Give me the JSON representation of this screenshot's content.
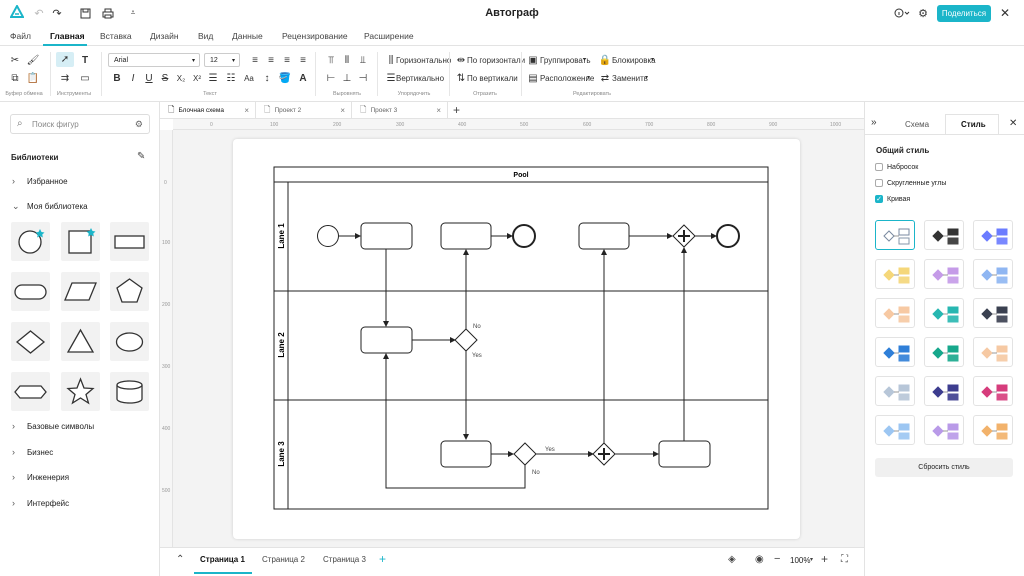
{
  "app": {
    "title": "Автограф",
    "share_label": "Поделиться"
  },
  "menu": {
    "tabs": [
      "Файл",
      "Главная",
      "Вставка",
      "Дизайн",
      "Вид",
      "Данные",
      "Рецензирование",
      "Расширение"
    ],
    "active": "Главная"
  },
  "ribbon": {
    "groups": [
      "Буфер обмена",
      "Инструменты",
      "Текст",
      "Выровнять",
      "Упорядочить",
      "Отразить",
      "Редактировать"
    ],
    "font_name": "Arial",
    "font_size": "12",
    "arrange": {
      "horizontal": "Горизонтально",
      "vertical": "Вертикально"
    },
    "flip": {
      "horizontal": "По горизонтали",
      "vertical": "По вертикали"
    },
    "edit": {
      "group": "Группировать",
      "lock": "Блокировка",
      "position": "Расположение",
      "replace": "Заменить"
    }
  },
  "sidebar": {
    "search_placeholder": "Поиск фигур",
    "libraries_title": "Библиотеки",
    "items": [
      "Избранное",
      "Моя библиотека",
      "Базовые символы",
      "Бизнес",
      "Инженерия",
      "Интерфейс"
    ]
  },
  "doc_tabs": [
    "Блочная схема",
    "Проект 2",
    "Проект 3"
  ],
  "rulers": {
    "h": [
      "0",
      "100",
      "200",
      "300",
      "400",
      "500",
      "600",
      "700",
      "800",
      "900",
      "1000"
    ],
    "v": [
      "0",
      "100",
      "200",
      "300",
      "400",
      "500"
    ]
  },
  "diagram": {
    "pool": "Pool",
    "lanes": [
      "Lane 1",
      "Lane 2",
      "Lane 3"
    ],
    "labels": {
      "no1": "No",
      "yes1": "Yes",
      "yes2": "Yes",
      "no2": "No"
    }
  },
  "pages": [
    "Страница 1",
    "Страница 2",
    "Страница 3"
  ],
  "zoom": "100%",
  "right_panel": {
    "tabs": [
      "Схема",
      "Стиль"
    ],
    "active_tab": "Стиль",
    "section_title": "Общий стиль",
    "options": [
      {
        "label": "Набросок",
        "checked": false
      },
      {
        "label": "Скругленные углы",
        "checked": false
      },
      {
        "label": "Кривая",
        "checked": true
      }
    ],
    "reset_label": "Сбросить стиль",
    "swatch_colors": [
      [
        "#ffffff",
        "#333333",
        "#6b7cff"
      ],
      [
        "#f5d77a",
        "#c59be8",
        "#8fb6f2"
      ],
      [
        "#f7c9a3",
        "#27b7b1",
        "#3a4050"
      ],
      [
        "#2f7fd8",
        "#17a88c",
        "#f6c9a3"
      ],
      [
        "#b7c6d8",
        "#3d3d8f",
        "#d63c7c"
      ],
      [
        "#9cc6f2",
        "#b99ae8",
        "#f2b26b"
      ]
    ]
  }
}
